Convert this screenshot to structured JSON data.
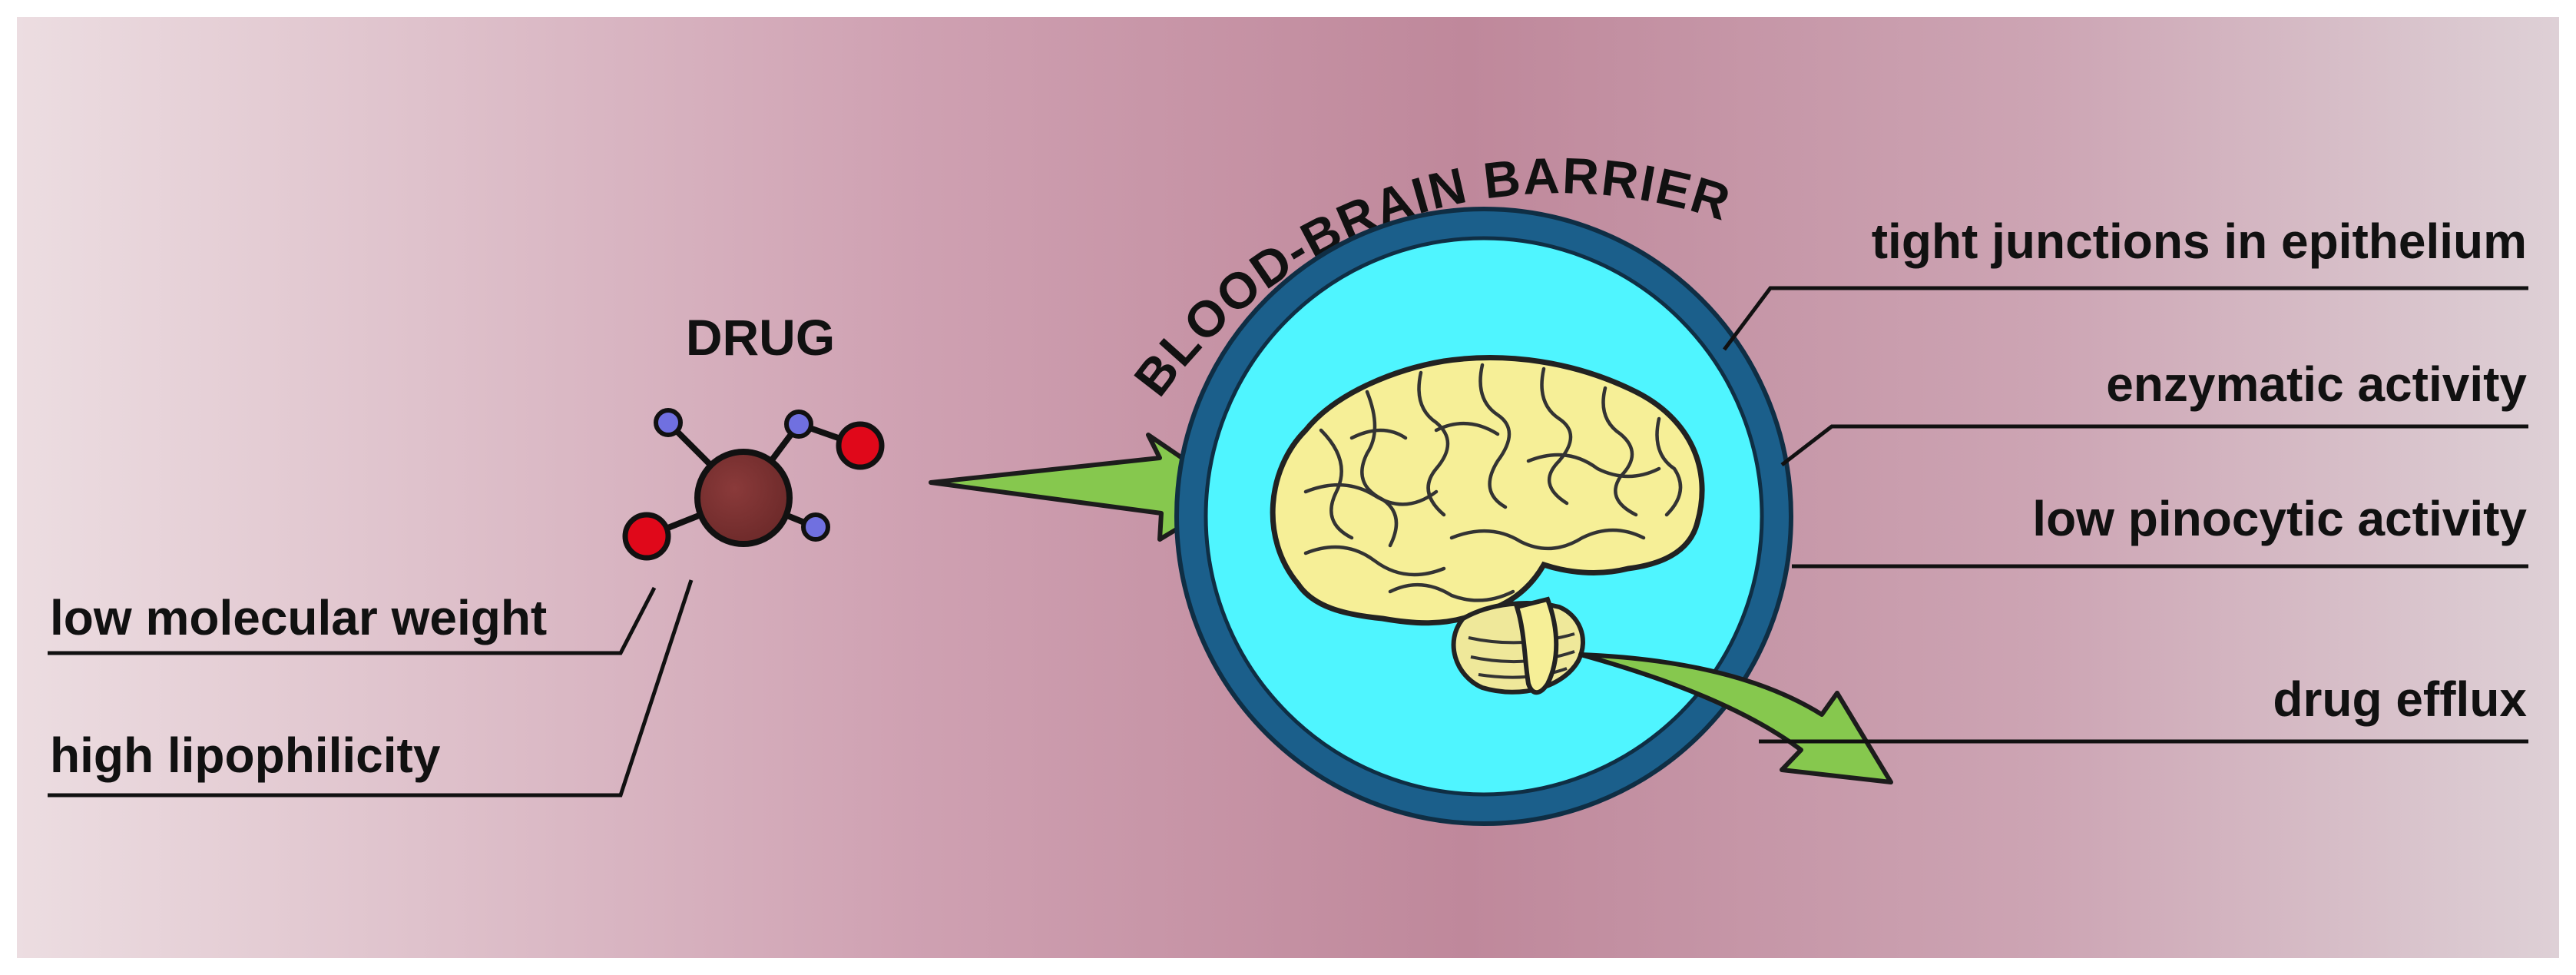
{
  "colors": {
    "background_edge": "#ead8dd",
    "background_center": "#c08a9d",
    "circle_ring": "#1a608c",
    "circle_fill": "#4ff5ff",
    "brain_fill": "#f6ef97",
    "arrow_green": "#86c84e",
    "drug_core": "#7a2f2f",
    "atom_red": "#e0081a",
    "atom_blue": "#6f6fe0"
  },
  "icons": [
    "drug-molecule-icon",
    "brain-icon",
    "entry-arrow-icon",
    "efflux-arrow-icon"
  ],
  "drug": {
    "title": "DRUG",
    "properties": [
      "low molecular weight",
      "high lipophilicity"
    ]
  },
  "barrier": {
    "title": "BLOOD-BRAIN BARRIER",
    "properties": [
      "tight junctions in epithelium",
      "enzymatic activity",
      "low pinocytic activity",
      "drug efflux"
    ]
  }
}
